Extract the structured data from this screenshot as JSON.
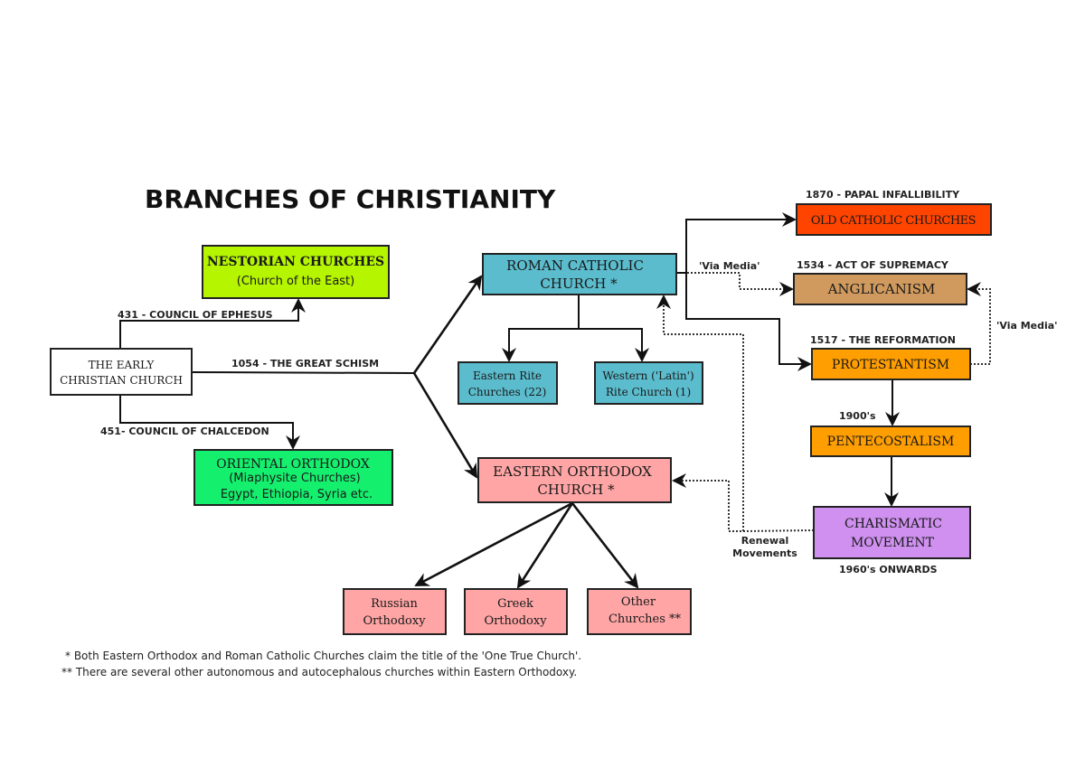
{
  "title": "BRANCHES OF CHRISTIANITY",
  "colors": {
    "early_church": "#ffffff",
    "nestorian": "#b5f500",
    "oriental": "#14f06e",
    "roman_catholic": "#5bbccd",
    "eastern_orthodox": "#ffa5a5",
    "old_catholic": "#ff4400",
    "anglicanism": "#d09a5e",
    "protestant": "#ff9e00",
    "charismatic": "#cf90f0"
  },
  "nodes": {
    "early_church": {
      "line1": "THE EARLY",
      "line2": "CHRISTIAN CHURCH"
    },
    "nestorian": {
      "line1": "NESTORIAN CHURCHES",
      "line2": "(Church of the East)"
    },
    "oriental": {
      "line1": "ORIENTAL ORTHODOX",
      "line2": "(Miaphysite Churches)",
      "line3": "Egypt, Ethiopia, Syria etc."
    },
    "roman_catholic": {
      "line1": "ROMAN CATHOLIC",
      "line2": "CHURCH *"
    },
    "eastern_rite": {
      "line1": "Eastern Rite",
      "line2": "Churches (22)"
    },
    "western_rite": {
      "line1": "Western ('Latin')",
      "line2": "Rite Church (1)"
    },
    "eastern_orthodox": {
      "line1": "EASTERN ORTHODOX",
      "line2": "CHURCH *"
    },
    "russian": {
      "line1": "Russian",
      "line2": "Orthodoxy"
    },
    "greek": {
      "line1": "Greek",
      "line2": "Orthodoxy"
    },
    "other": {
      "line1": "Other",
      "line2": "Churches **"
    },
    "old_catholic": {
      "line1": "OLD CATHOLIC CHURCHES"
    },
    "anglicanism": {
      "line1": "ANGLICANISM"
    },
    "protestantism": {
      "line1": "PROTESTANTISM"
    },
    "pentecostalism": {
      "line1": "PENTECOSTALISM"
    },
    "charismatic": {
      "line1": "CHARISMATIC",
      "line2": "MOVEMENT"
    }
  },
  "edge_labels": {
    "ephesus": "431 - COUNCIL OF EPHESUS",
    "chalcedon": "451- COUNCIL OF CHALCEDON",
    "schism": "1054 - THE GREAT SCHISM",
    "infallibility": "1870 - PAPAL INFALLIBILITY",
    "supremacy": "1534 - ACT OF SUPREMACY",
    "reformation": "1517 - THE REFORMATION",
    "via_media_1": "'Via Media'",
    "via_media_2": "'Via Media'",
    "nineteen_hundreds": "1900's",
    "sixties": "1960's ONWARDS",
    "renewal_1": "Renewal",
    "renewal_2": "Movements"
  },
  "footnotes": {
    "one": "* Both Eastern Orthodox and Roman Catholic Churches claim the title of the 'One True Church'.",
    "two": "** There are several other autonomous and autocephalous churches within Eastern Orthodoxy."
  }
}
